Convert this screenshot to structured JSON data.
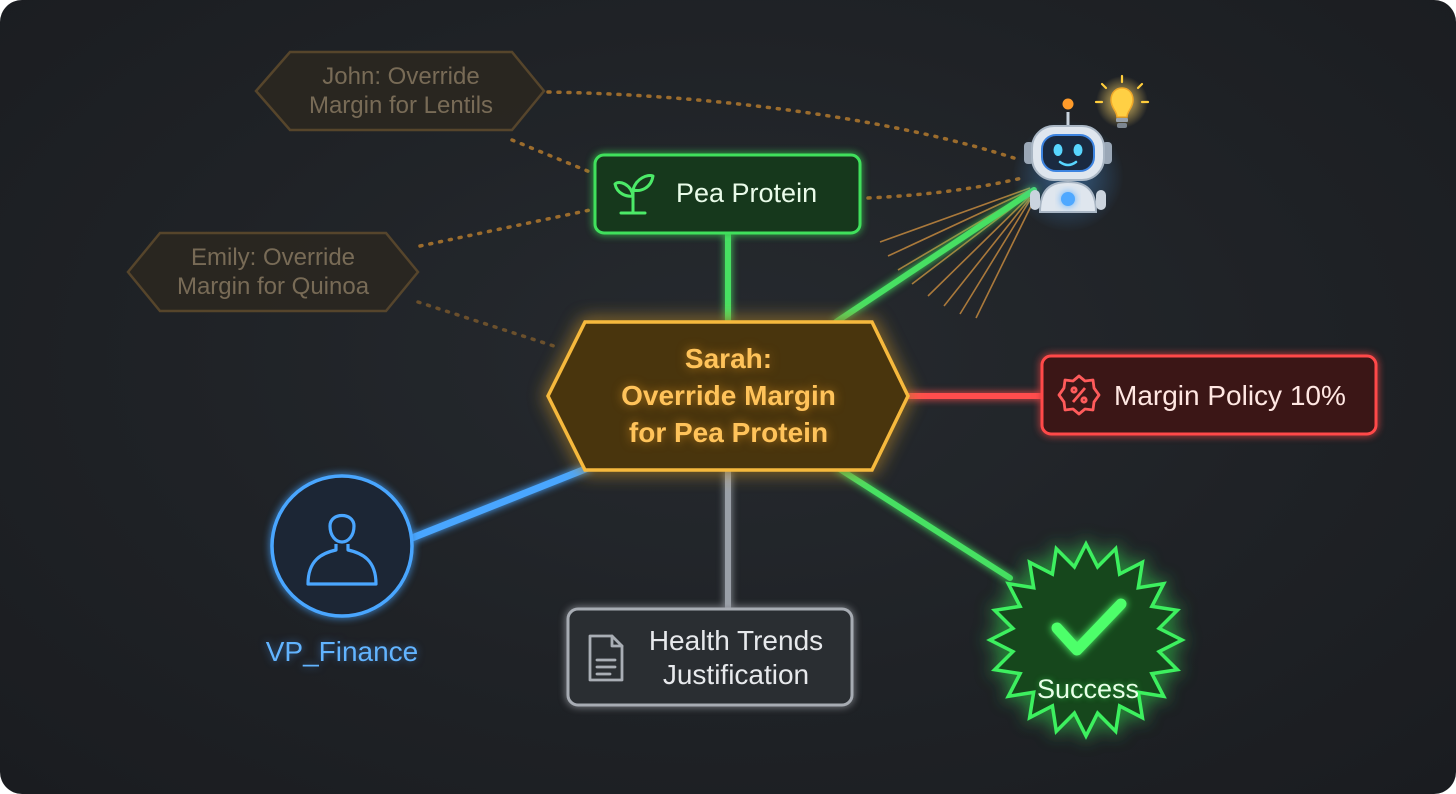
{
  "nodes": {
    "john": {
      "line1": "John: Override",
      "line2": "Margin for Lentils"
    },
    "emily": {
      "line1": "Emily: Override",
      "line2": "Margin for Quinoa"
    },
    "pea_protein": {
      "label": "Pea Protein"
    },
    "sarah": {
      "line1": "Sarah:",
      "line2": "Override Margin",
      "line3": "for Pea Protein"
    },
    "margin_policy": {
      "label": "Margin Policy 10%"
    },
    "vp_finance": {
      "label": "VP_Finance"
    },
    "health": {
      "line1": "Health Trends",
      "line2": "Justification"
    },
    "success": {
      "label": "Success"
    }
  },
  "icons": {
    "pea_protein": "sprout-icon",
    "margin_policy": "percent-badge-icon",
    "vp_finance": "person-icon",
    "health": "document-icon",
    "success": "checkmark-icon",
    "agent": "robot-icon",
    "insight": "lightbulb-icon"
  },
  "colors": {
    "background": "#1f2226",
    "past_decision": "#8a6a35",
    "pea_protein": "#3ddc5a",
    "sarah": "#f5b73a",
    "margin_policy": "#ff4a4a",
    "vp_finance": "#4aa3ff",
    "health": "#9aa0a8",
    "success": "#3ef05f",
    "agent_rays": "#e0a04a"
  }
}
